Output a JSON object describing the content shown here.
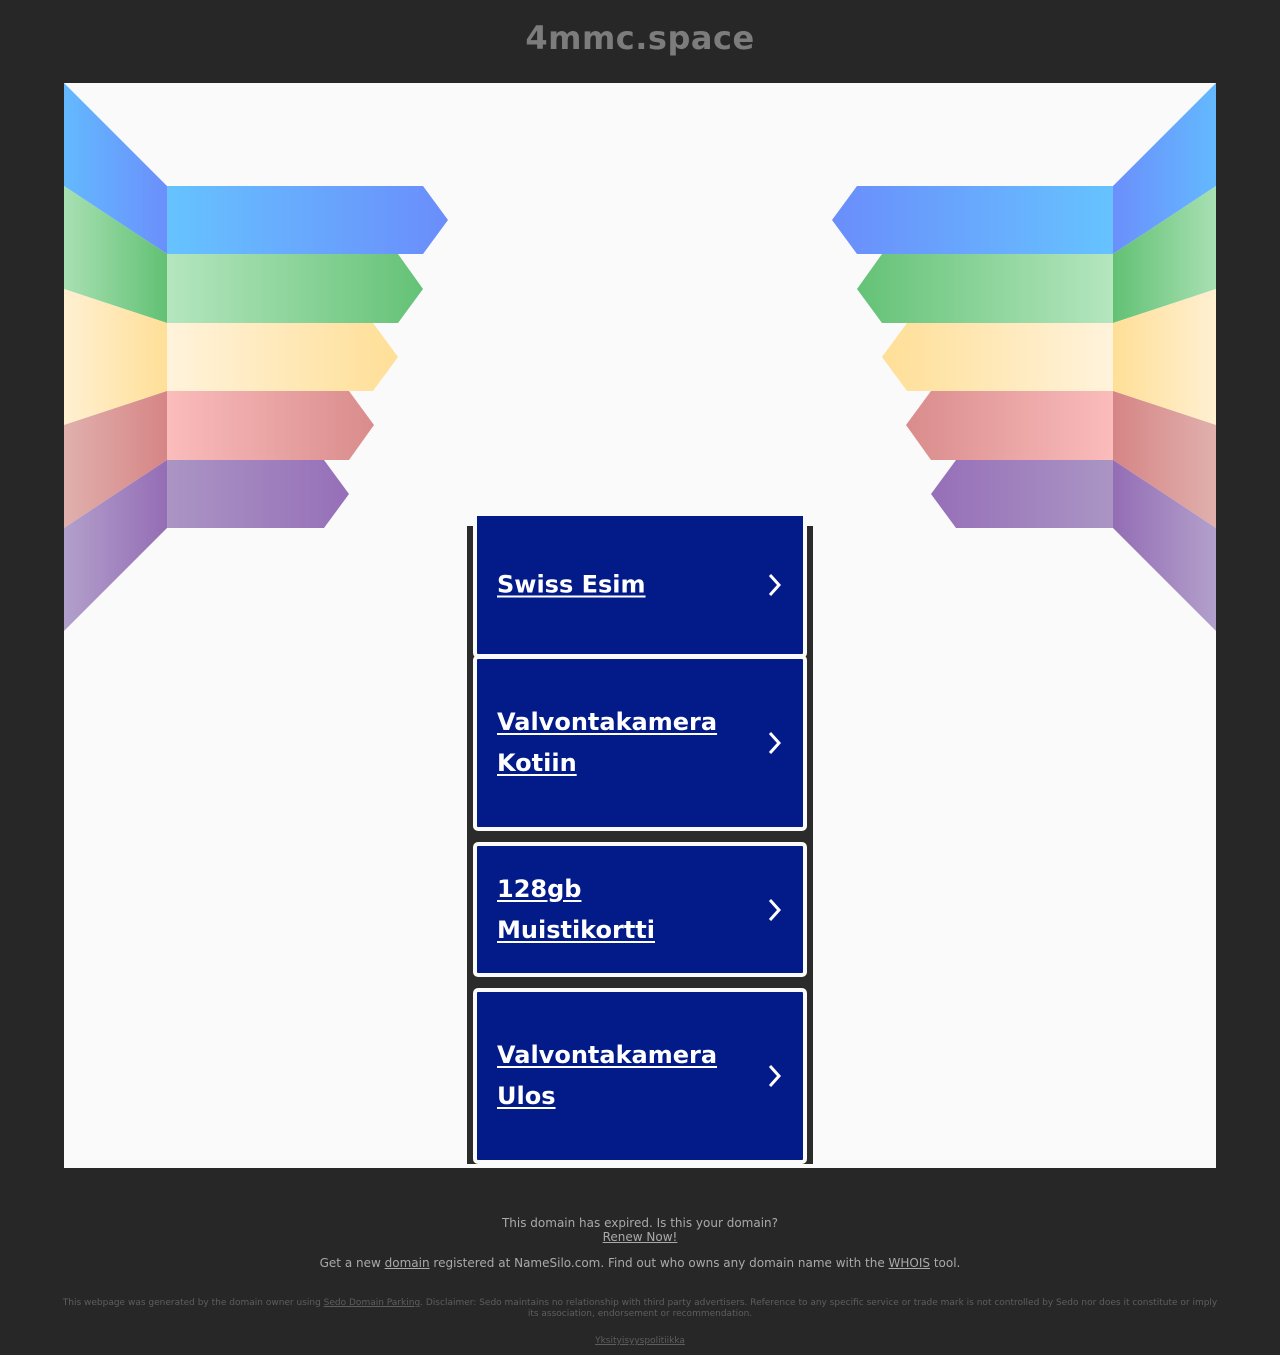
{
  "header": {
    "domain": "4mmc.space"
  },
  "links": [
    {
      "label": "Swiss Esim"
    },
    {
      "label": "Valvontakamera Kotiin"
    },
    {
      "label": "128gb Muistikortti"
    },
    {
      "label": "Valvontakamera Ulos"
    }
  ],
  "footer": {
    "expired_text": "This domain has expired. Is this your domain?",
    "renew_link": "Renew Now!",
    "namesilo_prefix": "Get a new ",
    "namesilo_domain_link": "domain",
    "namesilo_middle": " registered at NameSilo.com. Find out who owns any domain name with the ",
    "namesilo_whois_link": "WHOIS",
    "namesilo_suffix": " tool.",
    "disclaimer_prefix": "This webpage was generated by the domain owner using ",
    "disclaimer_link": "Sedo Domain Parking",
    "disclaimer_suffix": ". Disclaimer: Sedo maintains no relationship with third party advertisers. Reference to any specific service or trade mark is not controlled by Sedo nor does it constitute or imply its association, endorsement or recommendation.",
    "privacy_link": "Yksityisyyspolitiikka"
  },
  "colors": {
    "page_background": "#272727",
    "content_background": "#fafafa",
    "link_background": "#031b88",
    "ribbon_blue": "#64b4ff",
    "ribbon_green": "#6cc57f",
    "ribbon_yellow": "#ffe09b",
    "ribbon_red": "#d88a8a",
    "ribbon_purple": "#9a74b8"
  }
}
